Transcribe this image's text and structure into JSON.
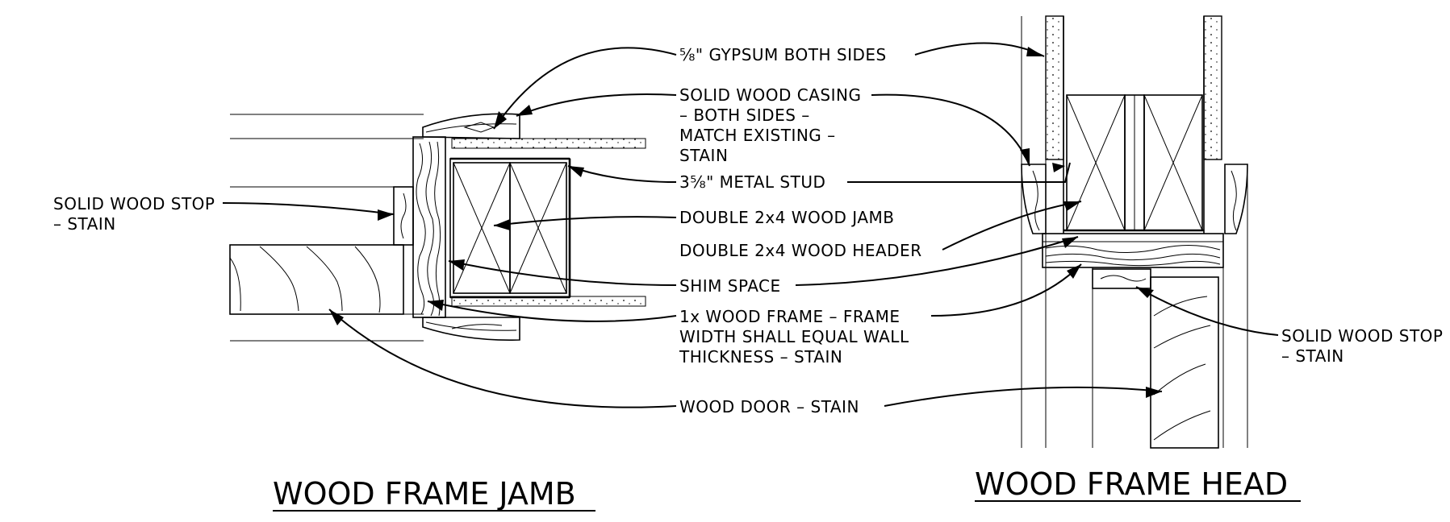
{
  "labels": {
    "gypsum": "⅝\" GYPSUM BOTH SIDES",
    "casing_1": "SOLID WOOD CASING",
    "casing_2": "– BOTH SIDES –",
    "casing_3": "MATCH EXISTING –",
    "casing_4": "STAIN",
    "metal_stud": "3⅝\" METAL STUD",
    "jamb": "DOUBLE 2x4 WOOD JAMB",
    "header": "DOUBLE 2x4 WOOD HEADER",
    "shim": "SHIM SPACE",
    "frame_1": "1x WOOD FRAME – FRAME",
    "frame_2": "WIDTH SHALL EQUAL WALL",
    "frame_3": "THICKNESS – STAIN",
    "door": "WOOD DOOR – STAIN",
    "stop_left_1": "SOLID WOOD STOP",
    "stop_left_2": "– STAIN",
    "stop_right_1": "SOLID WOOD STOP",
    "stop_right_2": "– STAIN"
  },
  "titles": {
    "jamb": "WOOD FRAME JAMB",
    "head": "WOOD FRAME HEAD"
  }
}
